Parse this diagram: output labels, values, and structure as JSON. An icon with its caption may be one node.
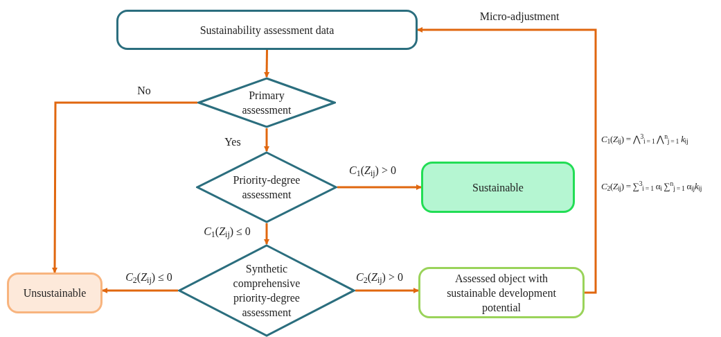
{
  "diagram": {
    "nodes": [
      {
        "text": [
          "Sustainability assessment data"
        ]
      },
      {
        "text": [
          "Primary assessment"
        ]
      },
      {
        "text": [
          "Priority-degree assessment"
        ]
      },
      {
        "text": [
          "Sustainable"
        ]
      },
      {
        "text": [
          "Synthetic comprehensive priority-degree assessment"
        ]
      },
      {
        "text": [
          "Unsustainable"
        ]
      },
      {
        "text": [
          "Assessed object with sustainable development potential"
        ]
      }
    ],
    "edges": [
      {
        "from": 0,
        "to": 1,
        "arrow": "to"
      },
      {
        "from": 1,
        "to": 5,
        "arrow": "to",
        "label": "No"
      },
      {
        "from": 1,
        "to": 2,
        "arrow": "to",
        "label": "Yes"
      },
      {
        "from": 2,
        "to": 3,
        "arrow": "to",
        "label": "*C*$_{1}$(*Z*$_{ij}$) > 0"
      },
      {
        "from": 2,
        "to": 4,
        "arrow": "to",
        "label": "*C*$_{1}$(*Z*$_{ij}$) ≤ 0"
      },
      {
        "from": 4,
        "to": 5,
        "arrow": "to",
        "label": "*C*$_{2}$(*Z*$_{ij}$) ≤ 0"
      },
      {
        "from": 4,
        "to": 6,
        "arrow": "to",
        "label": "*C*$_{2}$(*Z*$_{ij}$) > 0"
      },
      {
        "from": 6,
        "to": 0,
        "arrow": "to",
        "label": "Micro-adjustment"
      }
    ],
    "labels": [
      "*C*$_{1}$(*Z*$_{ij}$) = ⋀$^{3}$$_{i = 1}$ ⋀$^{n}$$_{j = 1}$ *k*$_{ij}$",
      "*C*$_{2}$(*Z*$_{ij}$) = ∑$^{3}$$_{i = 1}$ α$_{i}$ ∑$^{n}$$_{j = 1}$ α$_{ij}$*k*$_{ij}$"
    ]
  }
}
